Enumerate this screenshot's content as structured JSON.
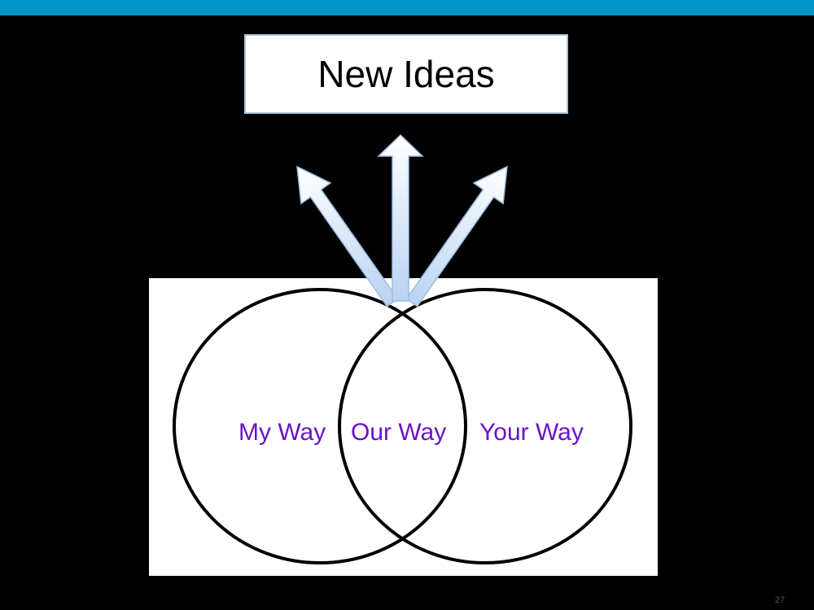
{
  "slide": {
    "title": "New Ideas",
    "labels": {
      "left": "My Way",
      "center": "Our Way",
      "right": "Your Way"
    },
    "slide_number": "27"
  },
  "colors": {
    "accent_bar": "#0096c8",
    "background": "#000000",
    "label_text": "#6a13c8",
    "arrow_fill_top": "#ffffff",
    "arrow_fill_bottom": "#b8d3f2",
    "title_border": "#a9c4de"
  },
  "diagram": {
    "type": "venn",
    "sets": [
      "My Way",
      "Your Way"
    ],
    "intersection": "Our Way",
    "arrow_count": 3,
    "arrow_target": "New Ideas"
  }
}
